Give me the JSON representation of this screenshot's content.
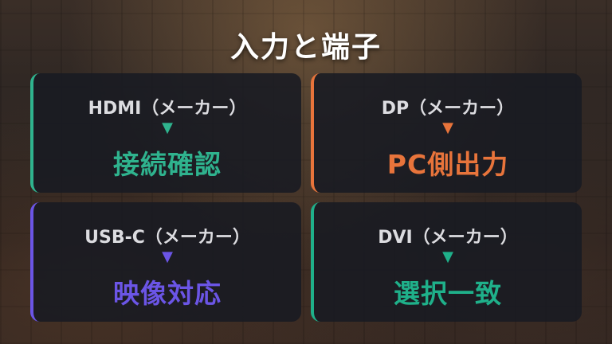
{
  "title": "入力と端子",
  "colors": {
    "green": "#2fb38e",
    "orange": "#e8743b",
    "purple": "#6b55e6",
    "teal": "#1fb08a"
  },
  "cards": [
    {
      "label": "HDMI（メーカー）",
      "arrow": "▼",
      "value": "接続確認"
    },
    {
      "label": "DP（メーカー）",
      "arrow": "▼",
      "value": "PC側出力"
    },
    {
      "label": "USB-C（メーカー）",
      "arrow": "▼",
      "value": "映像対応"
    },
    {
      "label": "DVI（メーカー）",
      "arrow": "▼",
      "value": "選択一致"
    }
  ]
}
